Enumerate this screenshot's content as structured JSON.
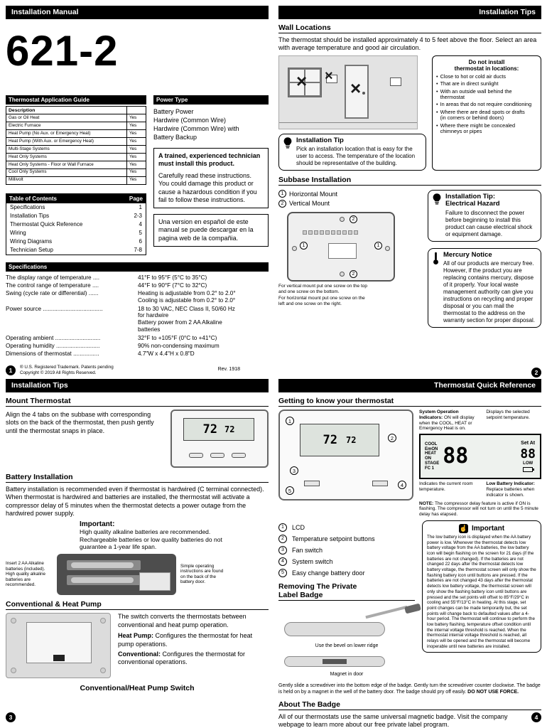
{
  "icons": {
    "x_mark": "×",
    "hand": "☝",
    "bullet": "•"
  },
  "bands": {
    "top_left": "Installation Manual",
    "top_right": "Installation Tips",
    "mid_left": "Installation Tips",
    "mid_right": "Thermostat Quick Reference"
  },
  "page_badges": {
    "p1": "1",
    "p2": "2",
    "p3": "3",
    "p4": "4"
  },
  "thermostat_display": {
    "room": "72",
    "set": "72"
  },
  "page1": {
    "model": "621-2",
    "app_guide": {
      "title": "Thermostat Application Guide",
      "col_desc": "Description",
      "rows": [
        {
          "label": "Gas or Oil Heat",
          "value": "Yes"
        },
        {
          "label": "Electric Furnace",
          "value": "Yes"
        },
        {
          "label": "Heat Pump (No Aux. or Emergency Heat)",
          "value": "Yes"
        },
        {
          "label": "Heat Pump (With Aux. or Emergency Heat)",
          "value": "Yes"
        },
        {
          "label": "Multi-Stage Systems",
          "value": "Yes"
        },
        {
          "label": "Heat Only Systems",
          "value": "Yes"
        },
        {
          "label": "Heat Only Systems - Floor or Wall Furnace",
          "value": "Yes"
        },
        {
          "label": "Cool Only Systems",
          "value": "Yes"
        },
        {
          "label": "Millivolt",
          "value": "Yes"
        }
      ]
    },
    "toc": {
      "title": "Table of Contents",
      "col_page": "Page",
      "rows": [
        {
          "label": "Specifications",
          "page": "1"
        },
        {
          "label": "Installation Tips",
          "page": "2-3"
        },
        {
          "label": "Thermostat Quick Reference",
          "page": "4"
        },
        {
          "label": "Wiring",
          "page": "5"
        },
        {
          "label": "Wiring Diagrams",
          "page": "6"
        },
        {
          "label": "Technician Setup",
          "page": "7-8"
        }
      ]
    },
    "power": {
      "title": "Power Type",
      "lines": "Battery Power\nHardwire (Common Wire)\nHardwire (Common Wire) with\nBattery Backup",
      "warn_bold": "A trained, experienced technician must install this product.",
      "warn_text": "Carefully read these instructions.  You could damage this product or cause a hazardous condition if you fail to follow these instructions.",
      "spanish": "Una version en español de este manual se puede descargar en la pagina web de la compañia."
    },
    "specs": {
      "title": "Specifications",
      "rows": [
        {
          "label": "The display range of temperature ....",
          "value": "41°F to 95°F (5°C to 35°C)"
        },
        {
          "label": "The control range of temperature ....",
          "value": "44°F to 90°F (7°C to 32°C)"
        },
        {
          "label": "Swing (cycle rate or differential) ......",
          "value": "Heating is adjustable from 0.2° to 2.0°\nCooling is adjustable from 0.2° to 2.0°"
        },
        {
          "label": "Power source .....................................",
          "value": "18 to 30 VAC, NEC Class II, 50/60 Hz\nfor hardwire\nBattery power from 2 AA Alkaline\nbatteries"
        },
        {
          "label": "Operating ambient ............................",
          "value": "32°F to +105°F (0°C to +41°C)"
        },
        {
          "label": "Operating humidity ...........................",
          "value": "90% non-condensing maximum"
        },
        {
          "label": "Dimensions of thermostat ................",
          "value": "4.7\"W x 4.4\"H x 0.8\"D"
        }
      ]
    },
    "footer": {
      "trademark": "® U.S. Registered Trademark. Patents pending",
      "copyright": "Copyright © 2019 All Rights Reserved.",
      "rev": "Rev. 1918"
    }
  },
  "page2": {
    "wall": {
      "title": "Wall Locations",
      "intro": "The thermostat should be installed approximately 4 to 5 feet above the floor.  Select an area with average temperature and good air circulation.",
      "dont_title": "Do not install\nthermostat in locations:",
      "dont_items": [
        "Close to hot or cold air ducts",
        "That are in direct sunlight",
        "With an outside wall behind the thermostat",
        "In areas that do not require conditioning",
        "Where there are dead spots or drafts\n(in corners or behind doors)",
        "Where there might be concealed chimneys or pipes"
      ]
    },
    "tip1": {
      "title": "Installation Tip",
      "text": "Pick an installation location that is easy for the user to access. The temperature of the location should be representative of the building."
    },
    "subbase": {
      "title": "Subbase Installation",
      "mounts": [
        {
          "num": "1",
          "label": "Horizontal Mount"
        },
        {
          "num": "2",
          "label": "Vertical Mount"
        }
      ],
      "caption": "For vertical mount put one screw on the top\nand one screw on the bottom.\nFor horizontal mount put one screw on the\nleft and one screw on the right."
    },
    "tip2": {
      "title": "Installation Tip:",
      "subtitle": "Electrical Hazard",
      "text": "Failure to disconnect the power before beginning to install this product can cause electrical shock or equipment damage."
    },
    "mercury": {
      "title": "Mercury Notice",
      "text": "All of our products are mercury free. However, if the product you are replacing contains mercury, dispose of it properly.  Your local waste management authority can give you instructions on recycling and proper disposal or you can mail the thermostat to the address on the warranty section for proper disposal."
    }
  },
  "page3": {
    "mount": {
      "title": "Mount Thermostat",
      "text": "Align the 4 tabs on the subbase with corresponding slots on the back of the thermostat, then push gently until the thermostat snaps in place."
    },
    "battery": {
      "title": "Battery Installation",
      "text": "Battery installation is recommended even if thermostat is hardwired (C terminal connected).  When thermostat is hardwired and batteries are installed, the thermostat will activate a compressor delay of 5 minutes when the thermostat detects a power outage from the hardwired power supply.",
      "important_title": "Important:",
      "important_text": "High quality alkaline batteries are recommended. Rechargeable batteries or low quality batteries do not guarantee a 1-year life span.",
      "caption_left": "Insert 2 AA Alkaline batteries (included). High quality alkaline batteries are recommended.",
      "caption_right": "Simple operating instructions are found on the back of the battery door."
    },
    "conv": {
      "title": "Conventional & Heat Pump",
      "intro": "The switch converts the thermostats between conventional and heat pump operation.",
      "hp_label": "Heat Pump:",
      "hp_text": " Configures the thermostat for heat pump operations.",
      "conv_label": "Conventional:",
      "conv_text": " Configures the thermostat for conventional operations.",
      "switch_label": "Conventional/Heat Pump Switch"
    }
  },
  "page4": {
    "know": {
      "title": "Getting to know your thermostat",
      "sys_title": "System Operation Indicators:",
      "sys_text": "ON will display when the COOL, HEAT or Emergency Heat is on.",
      "setpoint_note": "Displays the selected setpoint temperature.",
      "lcd": {
        "cool": "COOL",
        "emon": "EmON",
        "heat": "HEAT",
        "on": "ON",
        "stage": "STAGE",
        "fc": "FC 1",
        "temp": "88",
        "set_at": "Set At",
        "set_temp": "88",
        "low": "LOW"
      },
      "room_note": "Indicates the current room temperature.",
      "lowbat_title": "Low Battery Indicator:",
      "lowbat_text": " Replace batteries when indicator is shown.",
      "note_label": "NOTE:",
      "note_text": " The compressor delay feature is active if ON is flashing. The compressor will not turn on until the 5 minute delay has elapsed.",
      "legend": [
        {
          "num": "1",
          "label": "LCD"
        },
        {
          "num": "2",
          "label": "Temperature setpoint buttons"
        },
        {
          "num": "3",
          "label": "Fan switch"
        },
        {
          "num": "4",
          "label": "System switch"
        },
        {
          "num": "5",
          "label": "Easy change battery door"
        }
      ]
    },
    "badge": {
      "title": "Removing The Private\nLabel Badge",
      "bevel_note": "Use the bevel on lower ridge",
      "magnet_note": "Magnet in door",
      "text": "Gently slide a screwdriver into the bottom edge of the badge. Gently turn the screwdriver counter clockwise. The badge is held on by a magnet in the well of the battery door. The badge should pry off easily.  ",
      "text_bold": "DO NOT USE FORCE."
    },
    "important": {
      "title": "Important",
      "text": "The low battery icon is displayed when the AA battery power is low. Whenever the thermostat detects low battery voltage from the AA batteries, the low battery icon will begin flashing on the screen for 21 days (if the batteries are not changed). If the batteries are not changed 22 days after the thermostat detects low battery voltage, the thermostat screen will only show the flashing battery icon until buttons are pressed. If the batteries are not changed 43 days after the thermostat detects low battery voltage, the thermostat screen will only show the flashing battery icon until buttons are pressed and the set points will offset to 85°F/29°C in cooling and 55°F/13°C in heating. At this stage, set point changes can be made temporarily but, the set points will change back to defaulted values after a 4-hour period. The thermostat will continue to perform the low battery flashing, temperature offset condition until the internal voltage threshold is reached. When the thermostat internal voltage threshold is reached, all relays will be opened and the thermostat will become inoperable until new batteries are installed."
    },
    "about": {
      "title": "About The Badge",
      "text": "All of our thermostats use the same universal magnetic badge.  Visit the company webpage to learn more about our free private label program."
    }
  }
}
